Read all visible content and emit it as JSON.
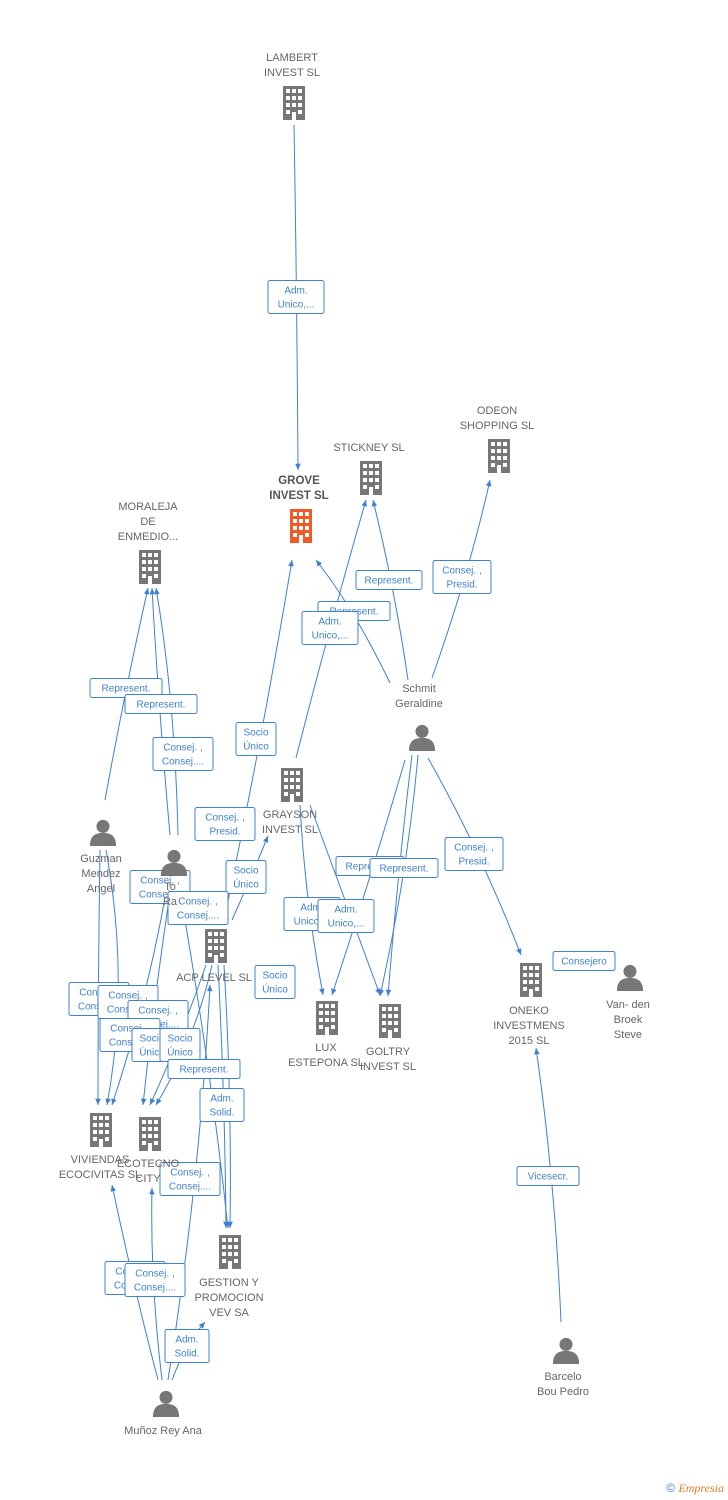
{
  "colors": {
    "edge": "#3f80d1",
    "company": "#777777",
    "focus_company": "#f05a28",
    "person": "#777777",
    "label": "#666666"
  },
  "nodes": [
    {
      "id": "lambert",
      "type": "company",
      "label": [
        "LAMBERT",
        "INVEST  SL"
      ]
    },
    {
      "id": "grove",
      "type": "company",
      "focus": true,
      "label": [
        "GROVE",
        "INVEST  SL"
      ]
    },
    {
      "id": "stickney",
      "type": "company",
      "label": [
        "STICKNEY  SL"
      ]
    },
    {
      "id": "odeon",
      "type": "company",
      "label": [
        "ODEON",
        "SHOPPING SL"
      ]
    },
    {
      "id": "moraleja",
      "type": "company",
      "label": [
        "MORALEJA",
        "DE",
        "ENMEDIO..."
      ]
    },
    {
      "id": "schmit",
      "type": "person",
      "label": [
        "Schmit",
        "Geraldine"
      ]
    },
    {
      "id": "grayson",
      "type": "company",
      "label": [
        "GRAYSON",
        "INVEST  SL"
      ]
    },
    {
      "id": "guzman",
      "type": "person",
      "label": [
        "Guzman",
        "Mendez",
        "Angel"
      ]
    },
    {
      "id": "person2",
      "type": "person",
      "label": [
        "To",
        "Ra"
      ]
    },
    {
      "id": "acp",
      "type": "company",
      "label": [
        "ACP LEVEL  SL"
      ]
    },
    {
      "id": "lux",
      "type": "company",
      "label": [
        "LUX",
        "ESTEPONA  SL"
      ]
    },
    {
      "id": "goltry",
      "type": "company",
      "label": [
        "GOLTRY",
        "INVEST  SL"
      ]
    },
    {
      "id": "oneko",
      "type": "company",
      "label": [
        "ONEKO",
        "INVESTMENS",
        "2015  SL"
      ]
    },
    {
      "id": "vanden",
      "type": "person",
      "label": [
        "Van- den",
        "Broek",
        "Steve"
      ]
    },
    {
      "id": "viviendas",
      "type": "company",
      "label": [
        "VIVIENDAS",
        "ECOCIVITAS SL"
      ]
    },
    {
      "id": "ecotecno",
      "type": "company",
      "label": [
        "ECOTECNO",
        "CITY"
      ]
    },
    {
      "id": "gestion",
      "type": "company",
      "label": [
        "GESTION Y",
        "PROMOCION",
        "VEV SA"
      ]
    },
    {
      "id": "munoz",
      "type": "person",
      "label": [
        "Muñoz Rey Ana"
      ]
    },
    {
      "id": "barcelo",
      "type": "person",
      "label": [
        "Barcelo",
        "Bou Pedro"
      ]
    }
  ],
  "edge_labels": [
    [
      "Adm.",
      "Unico,..."
    ],
    [
      "Represent."
    ],
    [
      "Consej. ,",
      "Presid."
    ],
    [
      "Represent."
    ],
    [
      "Adm.",
      "Unico,..."
    ],
    [
      "Represent."
    ],
    [
      "Represent."
    ],
    [
      "Consej. ,",
      "Consej...."
    ],
    [
      "Socio",
      "Único"
    ],
    [
      "Consej. ,",
      "Presid."
    ],
    [
      "Socio",
      "Único"
    ],
    [
      "Consej. ,",
      "Consej...."
    ],
    [
      "Consej. ,",
      "Consej...."
    ],
    [
      "Socio",
      "Único"
    ],
    [
      "Adm.",
      "Unico,..."
    ],
    [
      "Adm.",
      "Unico,..."
    ],
    [
      "Represent."
    ],
    [
      "Represent."
    ],
    [
      "Consej. ,",
      "Presid."
    ],
    [
      "Consejero"
    ],
    [
      "Consej. ,",
      "Consej...."
    ],
    [
      "Consej. ,",
      "Consej...."
    ],
    [
      "Consej. ,",
      "Consej...."
    ],
    [
      "Consej. ,",
      "Consej...."
    ],
    [
      "Socio",
      "Único"
    ],
    [
      "Socio",
      "Único"
    ],
    [
      "Represent."
    ],
    [
      "Adm.",
      "Solid."
    ],
    [
      "Consej. ,",
      "Consej...."
    ],
    [
      "Consej. ,",
      "Consej...."
    ],
    [
      "Consej. ,",
      "Consej...."
    ],
    [
      "Adm.",
      "Solid."
    ],
    [
      "Vicesecr."
    ]
  ],
  "footer": {
    "copyright": "©",
    "brand": "Empresia"
  }
}
